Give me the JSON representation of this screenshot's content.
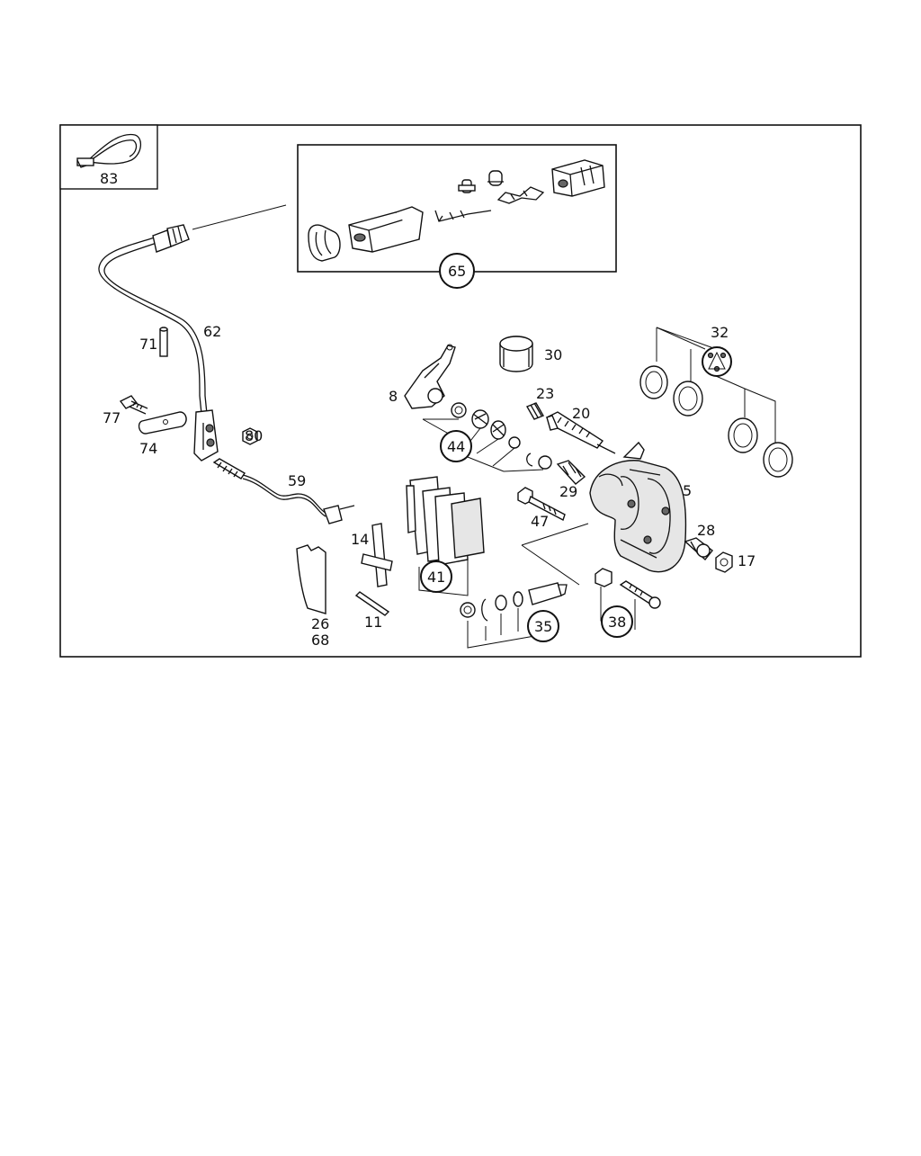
{
  "labels": {
    "l83": "83",
    "l65": "65",
    "l62": "62",
    "l71": "71",
    "l77": "77",
    "l74": "74",
    "l80": "80",
    "l59": "59",
    "l14": "14",
    "l26": "26",
    "l68": "68",
    "l11": "11",
    "l41": "41",
    "l35": "35",
    "l8": "8",
    "l44": "44",
    "l30": "30",
    "l23": "23",
    "l20": "20",
    "l29": "29",
    "l47": "47",
    "l32": "32",
    "l5": "5",
    "l28": "28",
    "l17": "17",
    "l38": "38"
  }
}
